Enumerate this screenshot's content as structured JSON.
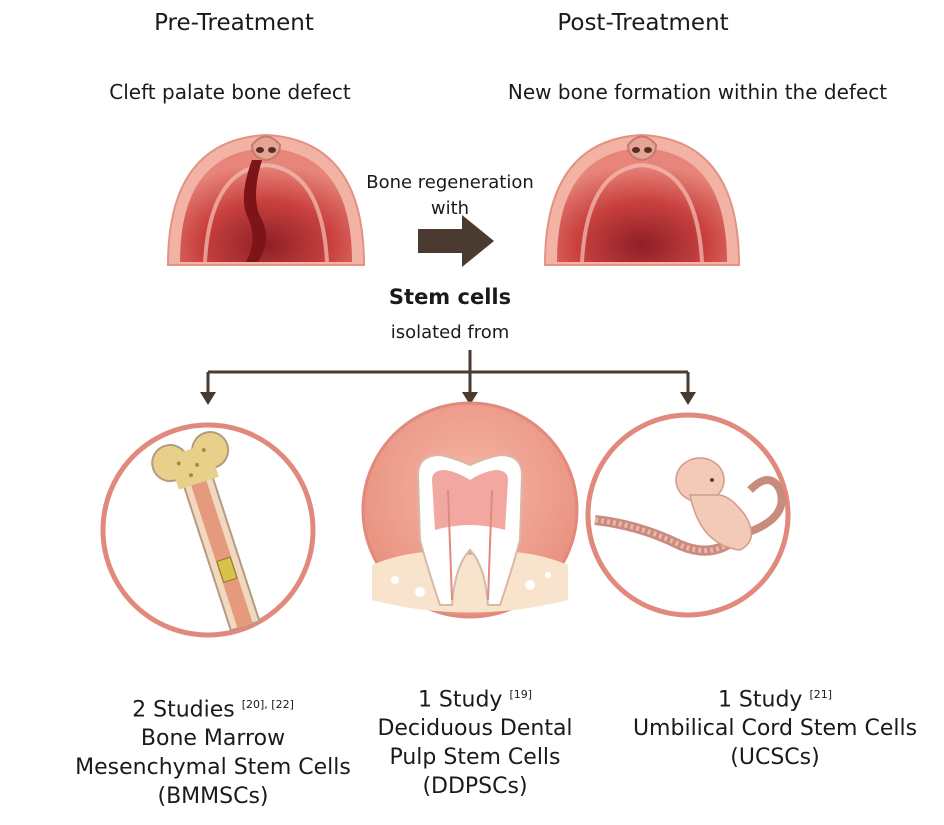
{
  "pre": {
    "heading": "Pre-Treatment",
    "caption": "Cleft palate bone defect"
  },
  "post": {
    "heading": "Post-Treatment",
    "caption": "New bone formation within the defect"
  },
  "middle": {
    "line1": "Bone regeneration",
    "line2": "with",
    "stem": "Stem cells",
    "isolated": "isolated from"
  },
  "sources": [
    {
      "count": "2 Studies",
      "refs": "[20], [22]",
      "line1": "Bone Marrow",
      "line2": "Mesenchymal Stem Cells",
      "line3": "(BMMSCs)"
    },
    {
      "count": "1 Study",
      "refs": "[19]",
      "line1": "Deciduous Dental",
      "line2": "Pulp Stem Cells",
      "line3": "(DDPSCs)"
    },
    {
      "count": "1 Study",
      "refs": "[21]",
      "line1": "Umbilical Cord Stem Cells",
      "line2": "(UCSCs)"
    }
  ],
  "colors": {
    "palate": "#c9413f",
    "palate_light": "#f0a99a",
    "ring": "#e0897c",
    "arrow": "#4a3a30",
    "skin": "#f3c9b8"
  }
}
